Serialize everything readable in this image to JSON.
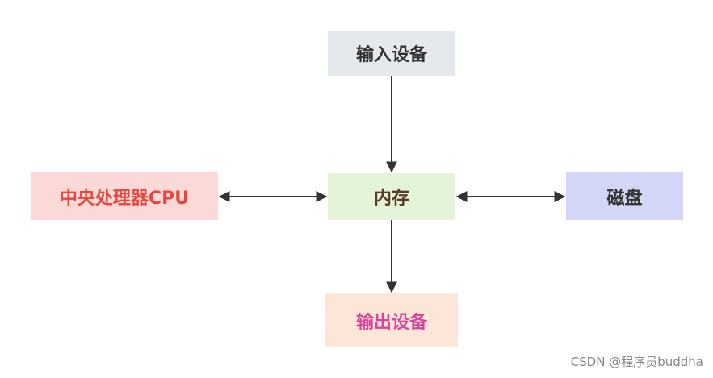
{
  "nodes": {
    "input_device": "输入设备",
    "memory": "内存",
    "cpu": "中央处理器CPU",
    "disk": "磁盘",
    "output_device": "输出设备"
  },
  "colors": {
    "input_bg": "#e6e9ec",
    "memory_bg": "#e4f4d8",
    "cpu_bg": "#fbd9d6",
    "cpu_text": "#e8473f",
    "disk_bg": "#d4d6f7",
    "output_bg": "#fbe6d8",
    "output_text": "#d7459c",
    "arrow": "#333333"
  },
  "edges": [
    {
      "from": "input_device",
      "to": "memory",
      "direction": "one-way"
    },
    {
      "from": "cpu",
      "to": "memory",
      "direction": "two-way"
    },
    {
      "from": "memory",
      "to": "disk",
      "direction": "two-way"
    },
    {
      "from": "memory",
      "to": "output_device",
      "direction": "one-way"
    }
  ],
  "watermark": "CSDN @程序员buddha"
}
